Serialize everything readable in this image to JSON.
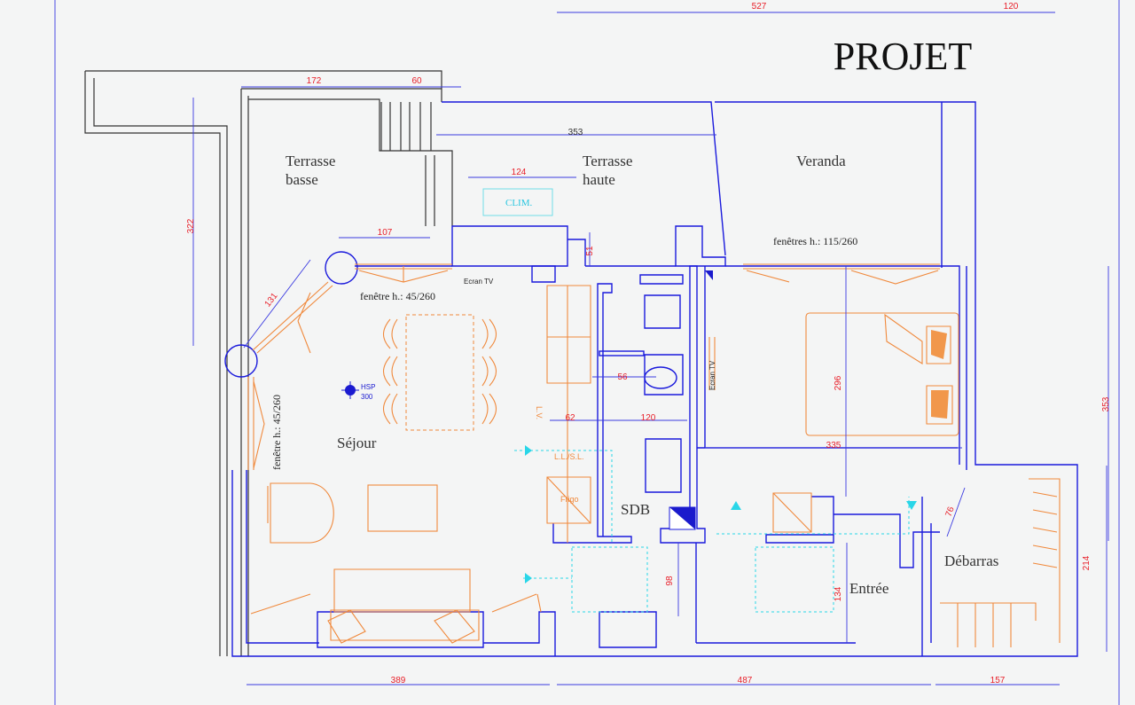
{
  "title": "PROJET",
  "rooms": {
    "terrasse_basse_1": "Terrasse",
    "terrasse_basse_2": "basse",
    "terrasse_haute_1": "Terrasse",
    "terrasse_haute_2": "haute",
    "veranda": "Veranda",
    "sejour": "Séjour",
    "sdb": "SDB",
    "entree": "Entrée",
    "debarras": "Débarras"
  },
  "labels": {
    "clim": "CLIM.",
    "fenetres_veranda": "fenêtres h.: 115/260",
    "fenetre_sejour_top": "fenêtre h.: 45/260",
    "fenetre_sejour_left": "fenêtre h.: 45/260",
    "ecran_tv_1": "Ecran TV",
    "ecran_tv_2": "Ecran TV",
    "hsp": "HSP",
    "hsp_value": "300",
    "lv": "L.V.",
    "llsl": "L.L./S.L.",
    "frigo": "Frigo"
  },
  "dimensions": {
    "top_527": "527",
    "top_120": "120",
    "t172": "172",
    "t60": "60",
    "t353": "353",
    "t124": "124",
    "left_322": "322",
    "t107": "107",
    "t51": "51",
    "t131": "131",
    "t56": "56",
    "t62": "62",
    "t120": "120",
    "t296": "296",
    "t335": "335",
    "right_353": "353",
    "t76": "76",
    "right_214": "214",
    "t98": "98",
    "t134": "134",
    "bottom_389": "389",
    "bottom_487": "487",
    "bottom_157": "157"
  }
}
